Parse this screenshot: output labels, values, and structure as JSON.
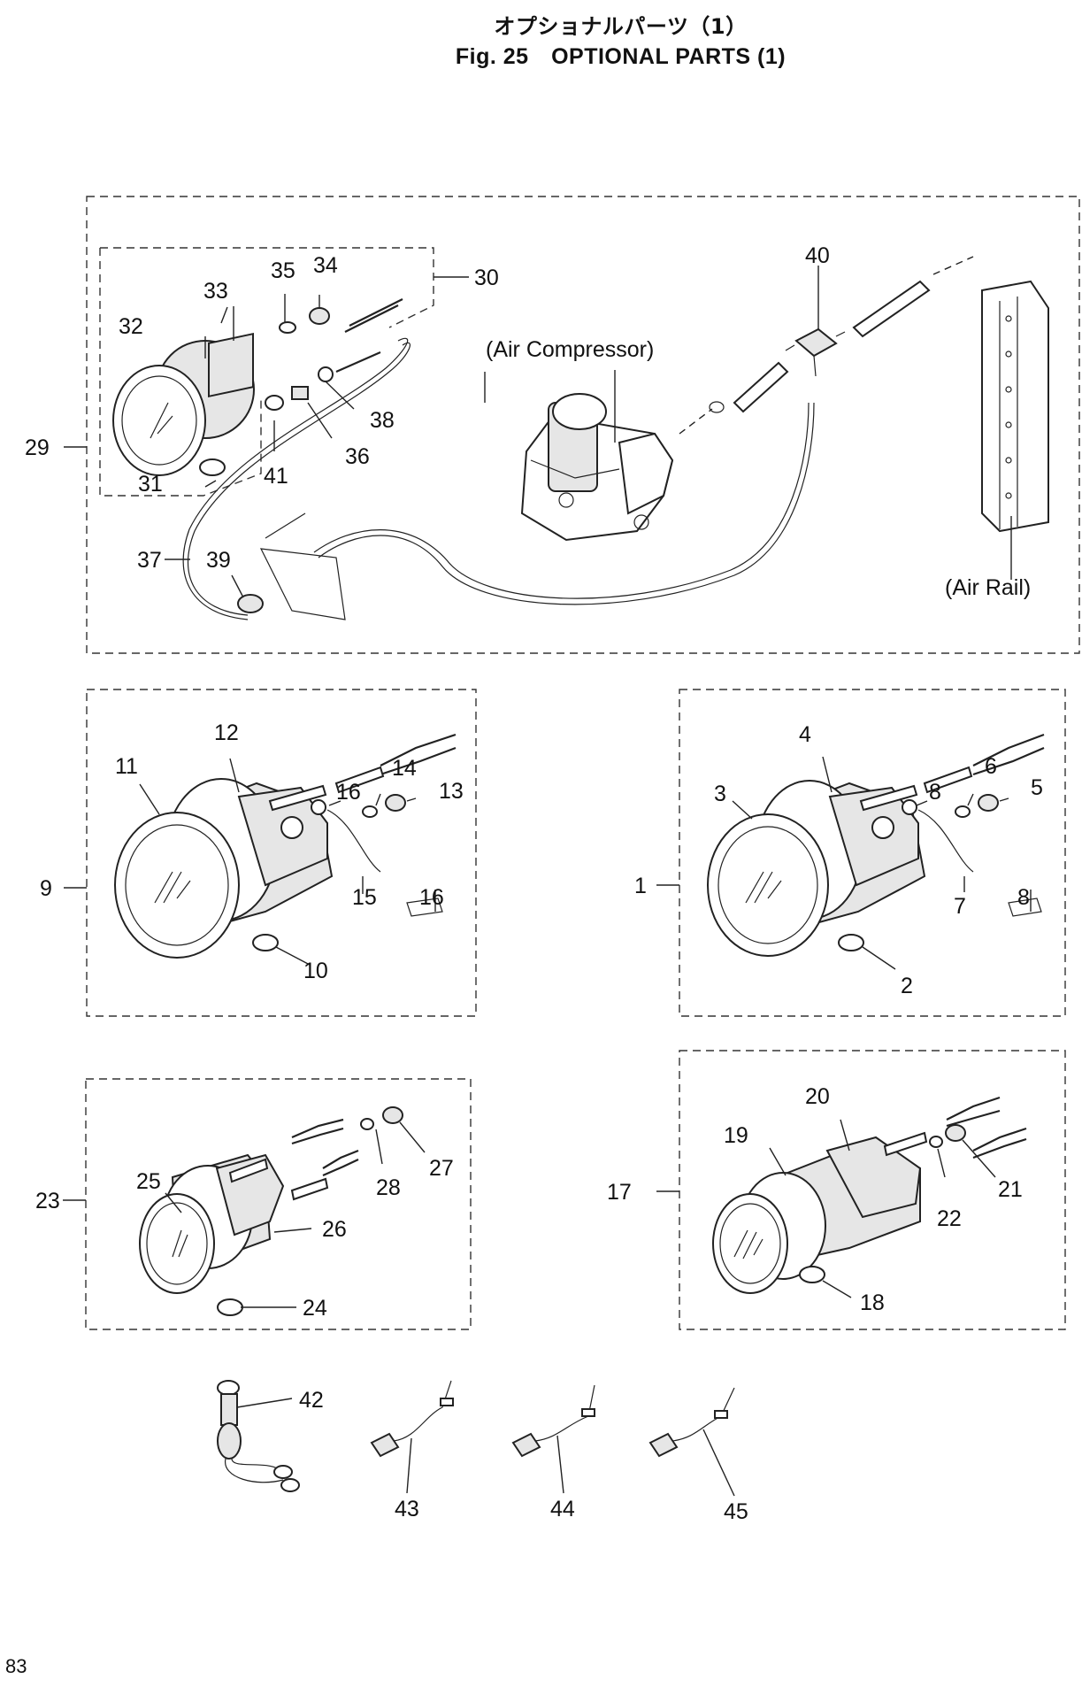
{
  "title_jp": "オプショナルパーツ（1）",
  "title_en": "Fig. 25　OPTIONAL PARTS (1)",
  "page_number": "83",
  "annotations": {
    "air_compressor": "(Air Compressor)",
    "air_rail": "(Air Rail)"
  },
  "callouts": {
    "c1": "1",
    "c2": "2",
    "c3": "3",
    "c4": "4",
    "c5": "5",
    "c6": "6",
    "c7": "7",
    "c8a": "8",
    "c8b": "8",
    "c9": "9",
    "c10": "10",
    "c11": "11",
    "c12": "12",
    "c13": "13",
    "c14": "14",
    "c15": "15",
    "c16a": "16",
    "c16b": "16",
    "c17": "17",
    "c18": "18",
    "c19": "19",
    "c20": "20",
    "c21": "21",
    "c22": "22",
    "c23": "23",
    "c24": "24",
    "c25": "25",
    "c26": "26",
    "c27": "27",
    "c28": "28",
    "c29": "29",
    "c30": "30",
    "c31": "31",
    "c32": "32",
    "c33": "33",
    "c34": "34",
    "c35": "35",
    "c36": "36",
    "c37": "37",
    "c38": "38",
    "c39": "39",
    "c40": "40",
    "c41": "41",
    "c42": "42",
    "c43": "43",
    "c44": "44",
    "c45": "45"
  }
}
